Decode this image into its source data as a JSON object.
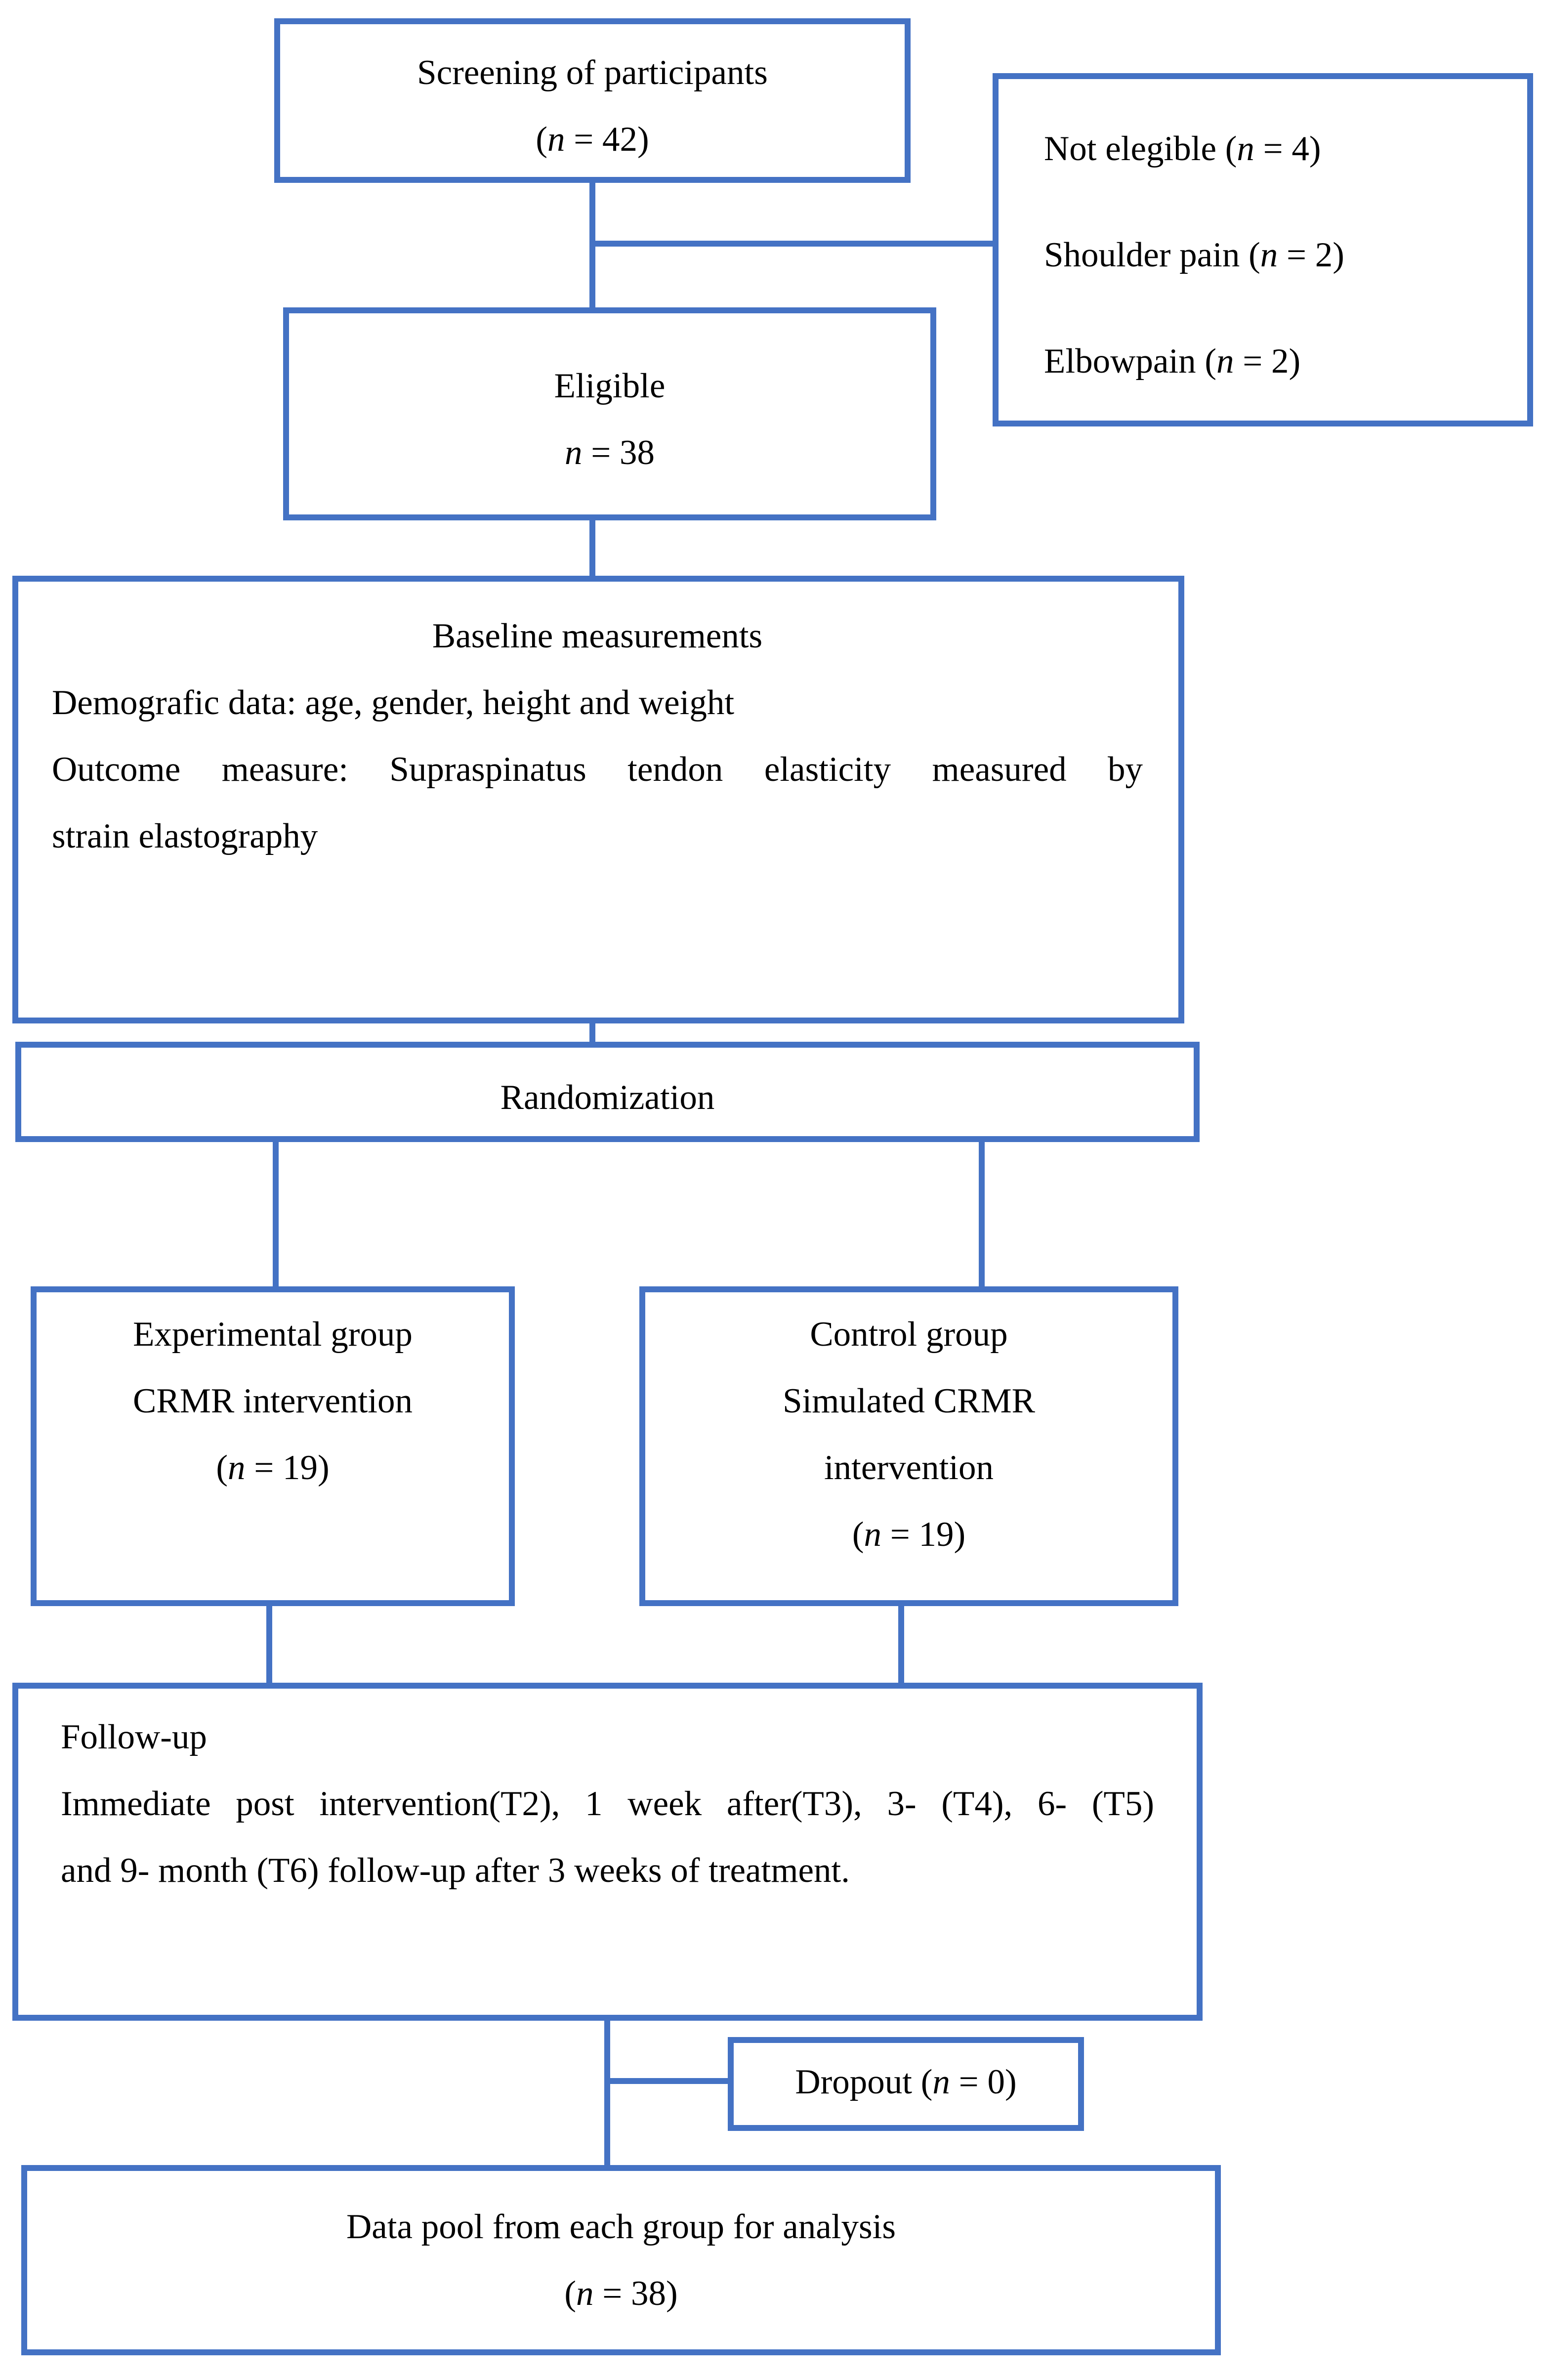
{
  "accent_color": "#4472C4",
  "text_color": "#000000",
  "boxes": {
    "screening": {
      "lines": [
        "Screening of participants",
        "(n = 42)"
      ]
    },
    "not_eligible": {
      "lines": [
        "Not elegible (n = 4)",
        "Shoulder pain (n = 2)",
        "Elbowpain (n = 2)"
      ]
    },
    "eligible": {
      "lines": [
        "Eligible",
        "n = 38"
      ]
    },
    "baseline": {
      "title": "Baseline measurements",
      "lines": [
        "Demografic data: age, gender, height and weight",
        "Outcome measure: Supraspinatus tendon elasticity measured by",
        "strain elastography"
      ]
    },
    "randomization": {
      "lines": [
        "Randomization"
      ]
    },
    "experimental_group": {
      "lines": [
        "Experimental group",
        "CRMR intervention",
        "(n = 19)"
      ]
    },
    "control_group": {
      "lines": [
        "Control group",
        "Simulated CRMR",
        "intervention",
        "(n = 19)"
      ]
    },
    "follow_up": {
      "lines": [
        "Follow-up",
        "Immediate post intervention(T2), 1 week after(T3), 3- (T4), 6- (T5)",
        "and 9- month (T6) follow-up after 3 weeks of treatment."
      ]
    },
    "dropout": {
      "lines": [
        "Dropout (n = 0)"
      ]
    },
    "data_pool": {
      "lines": [
        "Data pool from each group for analysis",
        "(n = 38)"
      ]
    }
  }
}
